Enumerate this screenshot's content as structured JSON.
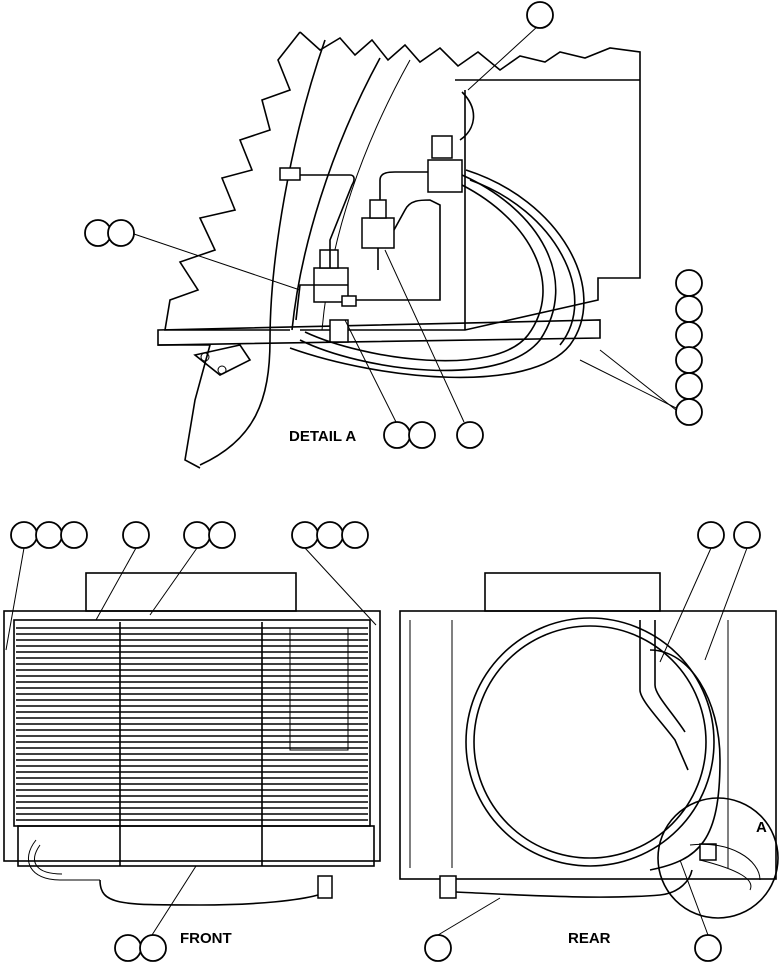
{
  "labels": {
    "detail": "DETAIL A",
    "front": "FRONT",
    "rear": "REAR",
    "detail_ref": "A"
  },
  "colors": {
    "ink": "#000000",
    "paper": "#ffffff"
  }
}
